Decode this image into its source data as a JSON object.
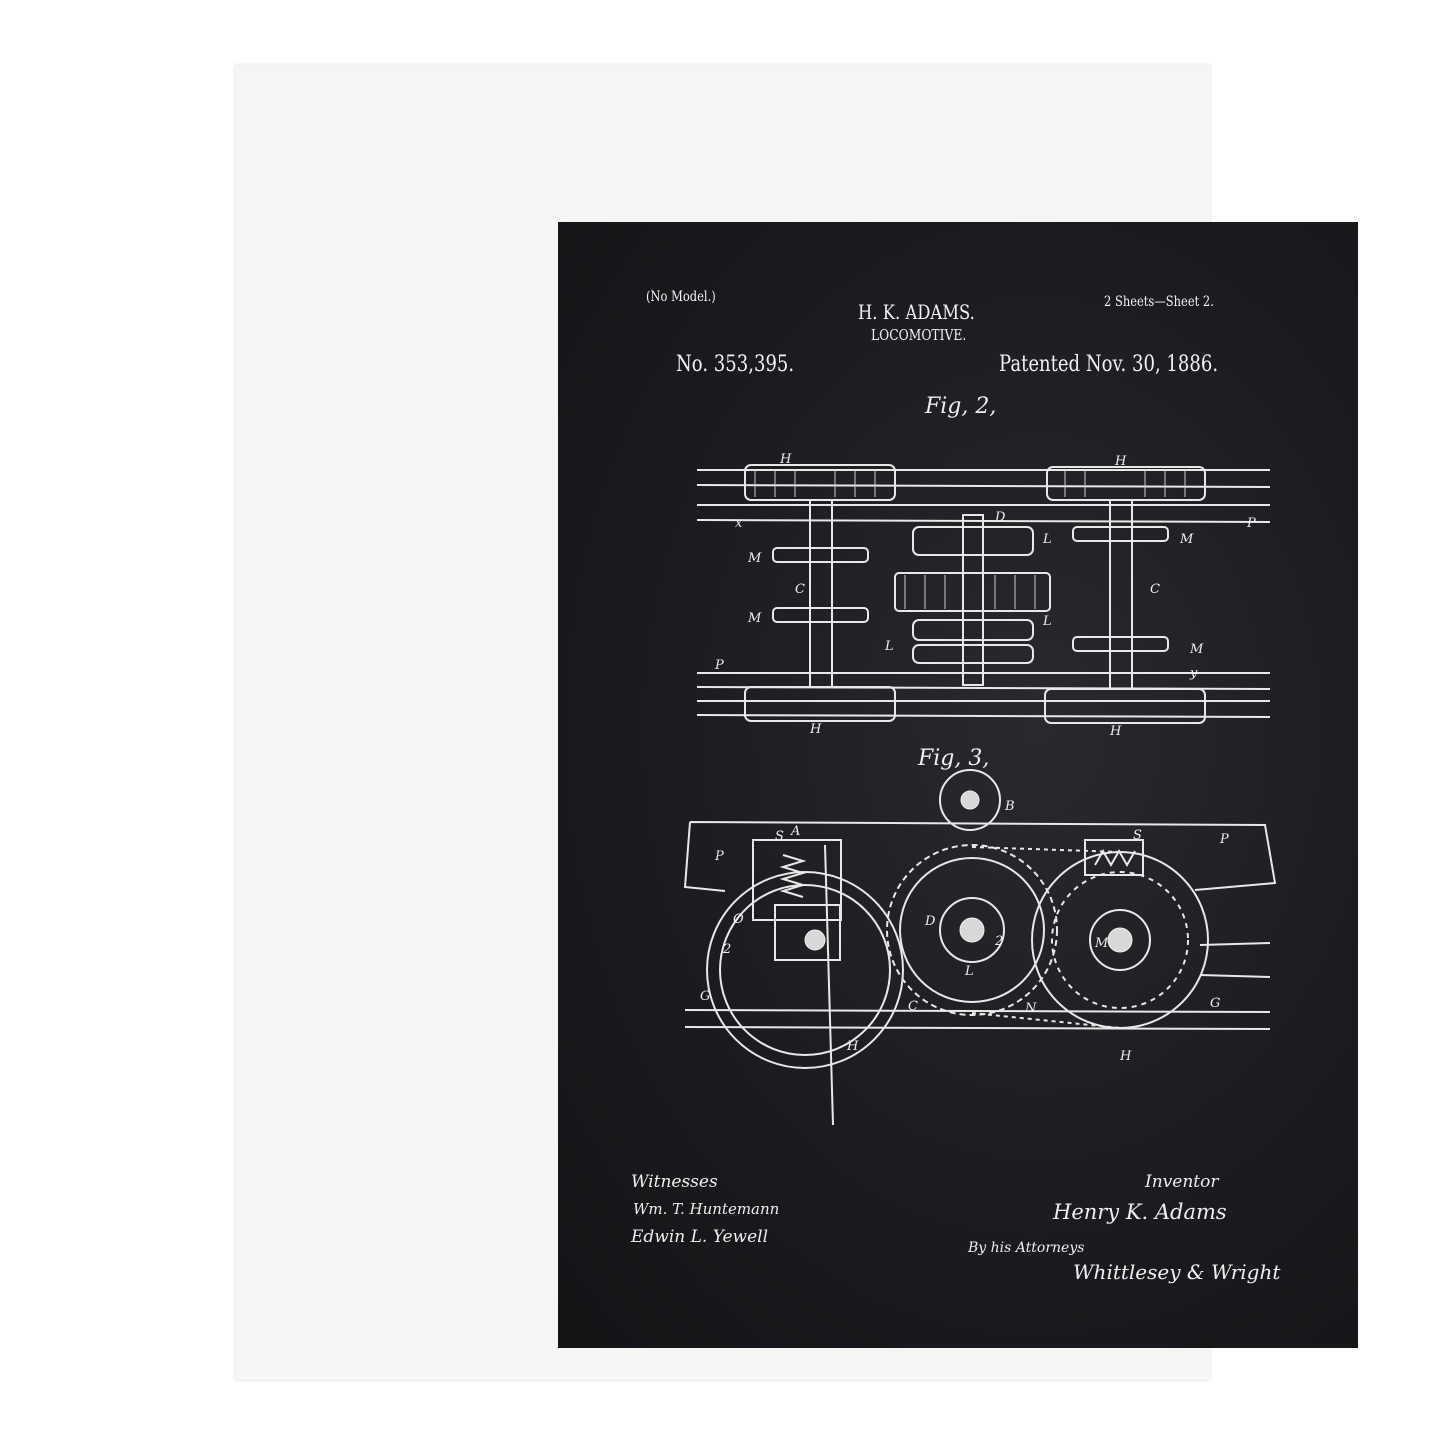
{
  "header": {
    "no_model": "(No Model.)",
    "sheets": "2 Sheets—Sheet 2.",
    "inventor_name": "H. K. ADAMS.",
    "title": "LOCOMOTIVE.",
    "patent_number": "No. 353,395.",
    "patent_date": "Patented Nov. 30, 1886."
  },
  "figures": {
    "fig2_label": "Fig, 2,",
    "fig3_label": "Fig, 3,",
    "fig2_letters": [
      "H",
      "H",
      "H",
      "H",
      "M",
      "M",
      "M",
      "M",
      "C",
      "C",
      "L",
      "L",
      "L",
      "D",
      "P",
      "P",
      "x",
      "y"
    ],
    "fig3_letters": [
      "S",
      "A",
      "B",
      "S",
      "P",
      "P",
      "O",
      "D",
      "L",
      "M",
      "G",
      "G",
      "H",
      "H",
      "N",
      "C",
      "2",
      "2"
    ]
  },
  "signatures": {
    "witnesses_label": "Witnesses",
    "witness_1": "Wm. T. Huntemann",
    "witness_2": "Edwin L. Yewell",
    "inventor_label": "Inventor",
    "inventor_signature": "Henry K. Adams",
    "attorneys_label": "By his Attorneys",
    "attorneys_signature": "Whittlesey & Wright"
  }
}
